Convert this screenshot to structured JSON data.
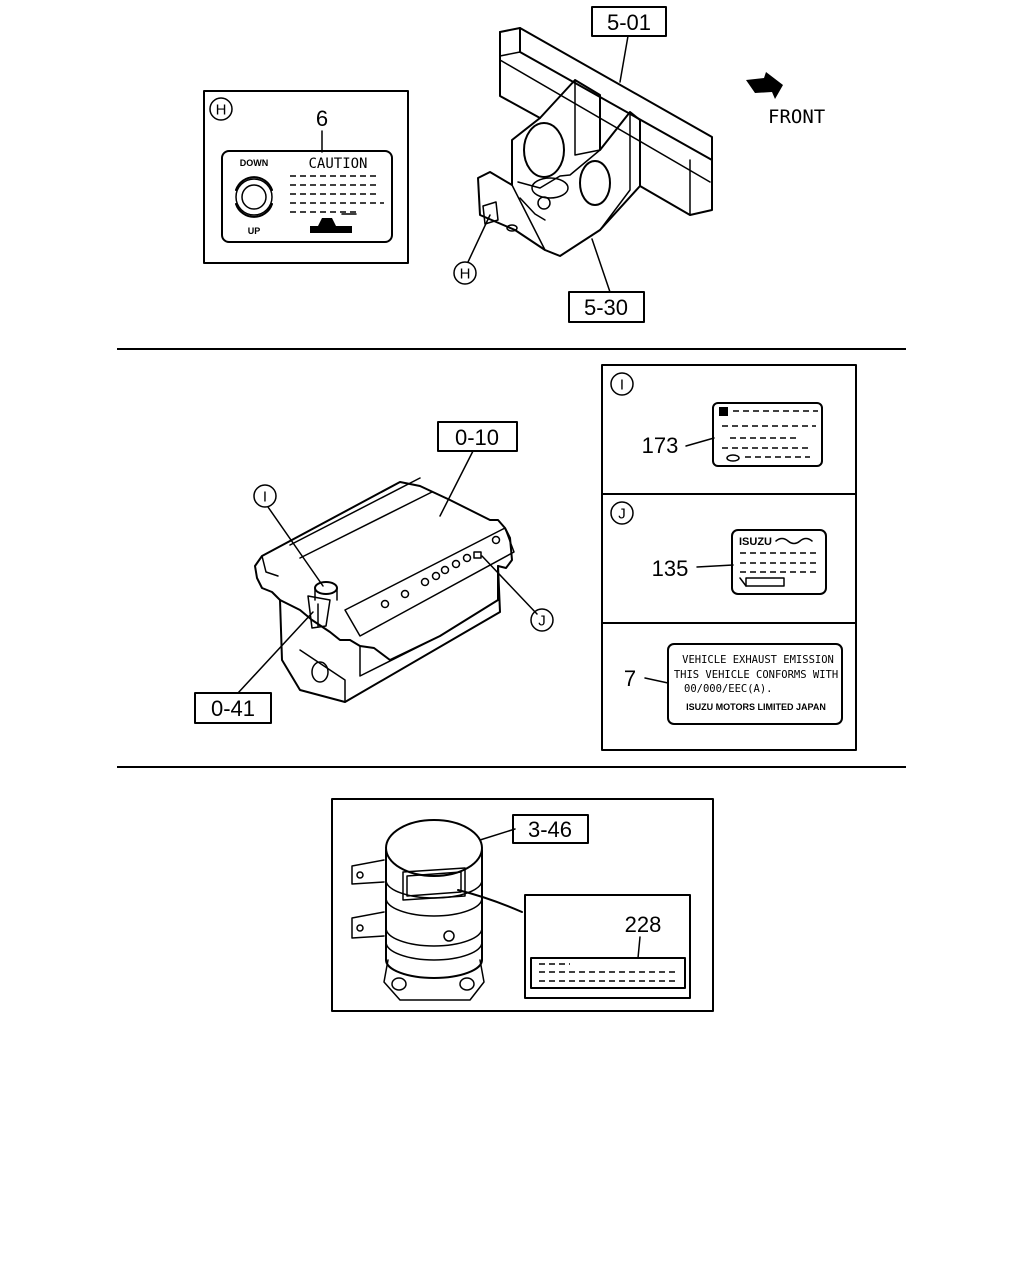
{
  "callouts": {
    "frame_top": "5-01",
    "frame_bottom": "5-30",
    "engine": "0-10",
    "engine_side": "0-41",
    "relay": "3-46"
  },
  "front_label": "FRONT",
  "detail_h": {
    "marker": "H",
    "part_no": "6",
    "caution": "CAUTION",
    "down": "DOWN",
    "up": "UP"
  },
  "detail_i": {
    "marker": "I",
    "part_no": "173"
  },
  "detail_j": {
    "marker": "J",
    "part_no": "135",
    "brand": "ISUZU"
  },
  "detail_7": {
    "part_no": "7",
    "lines": [
      "VEHICLE EXHAUST EMISSION",
      "THIS VEHICLE CONFORMS WITH",
      "00/000/EEC(A).",
      "ISUZU MOTORS LIMITED JAPAN"
    ]
  },
  "detail_228": {
    "part_no": "228"
  },
  "markers": {
    "h": "H",
    "i": "I",
    "j": "J"
  }
}
